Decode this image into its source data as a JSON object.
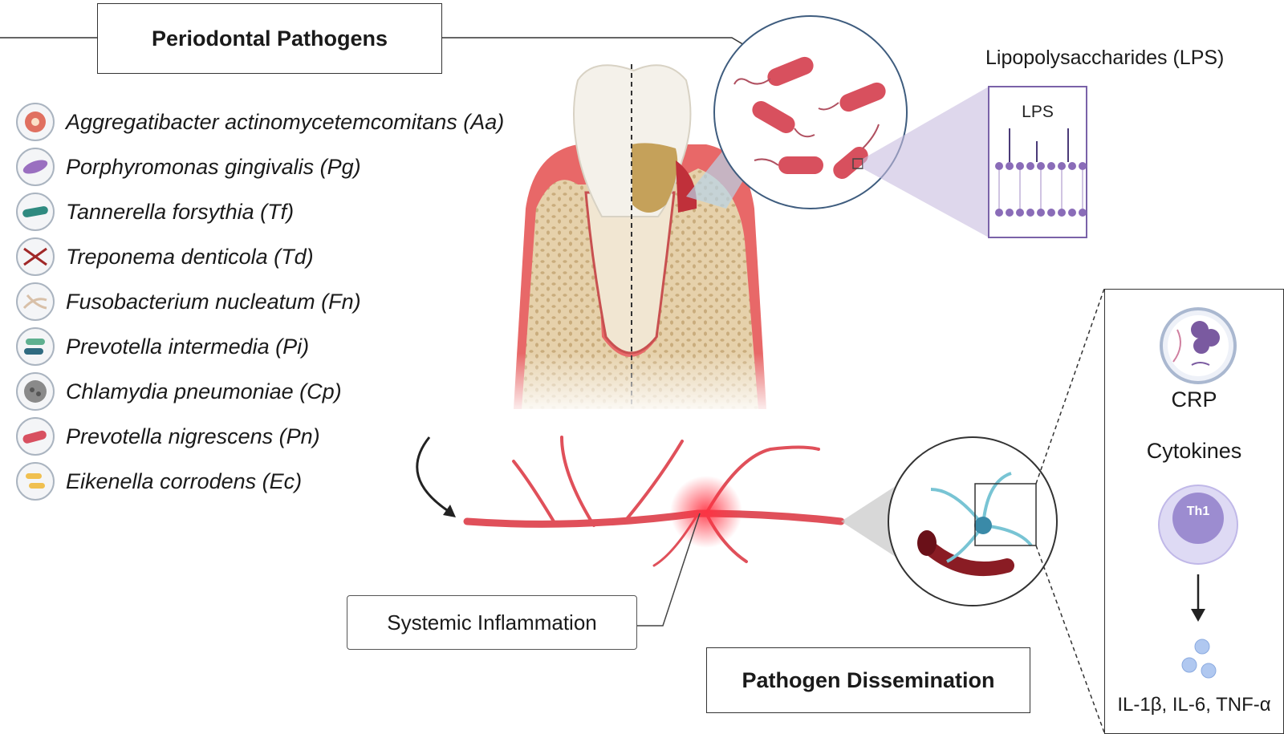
{
  "title": "Periodontal Pathogens",
  "pathogens": [
    {
      "name": "Aggregatibacter actinomycetemcomitans (Aa)",
      "icon": "aa-bacterium-icon",
      "color": "#e07060"
    },
    {
      "name": "Porphyromonas gingivalis (Pg)",
      "icon": "pg-bacterium-icon",
      "color": "#9a6fc0"
    },
    {
      "name": "Tannerella forsythia (Tf)",
      "icon": "tf-bacterium-icon",
      "color": "#2f8a80"
    },
    {
      "name": "Treponema denticola (Td)",
      "icon": "td-bacterium-icon",
      "color": "#a02828"
    },
    {
      "name": "Fusobacterium nucleatum (Fn)",
      "icon": "fn-bacterium-icon",
      "color": "#d8c8b8"
    },
    {
      "name": "Prevotella intermedia (Pi)",
      "icon": "pi-bacterium-icon",
      "color": "#2f8a80"
    },
    {
      "name": "Chlamydia pneumoniae (Cp)",
      "icon": "cp-bacterium-icon",
      "color": "#8a8a8a"
    },
    {
      "name": "Prevotella nigrescens (Pn)",
      "icon": "pn-bacterium-icon",
      "color": "#d85060"
    },
    {
      "name": "Eikenella corrodens (Ec)",
      "icon": "ec-bacterium-icon",
      "color": "#f0c050"
    }
  ],
  "lps": {
    "title": "Lipopolysaccharides (LPS)",
    "label": "LPS"
  },
  "inflammation": {
    "label": "Systemic Inflammation"
  },
  "dissemination": {
    "label": "Pathogen Dissemination"
  },
  "cytokine_panel": {
    "crp": "CRP",
    "cytokines": "Cytokines",
    "cell": "Th1",
    "outputs": "IL-1β, IL-6, TNF-α"
  },
  "colors": {
    "vessel": "#e0505a",
    "bacteria": "#d8505e",
    "lps_fill": "#c8bce0",
    "bone": "#e8d4b0"
  }
}
